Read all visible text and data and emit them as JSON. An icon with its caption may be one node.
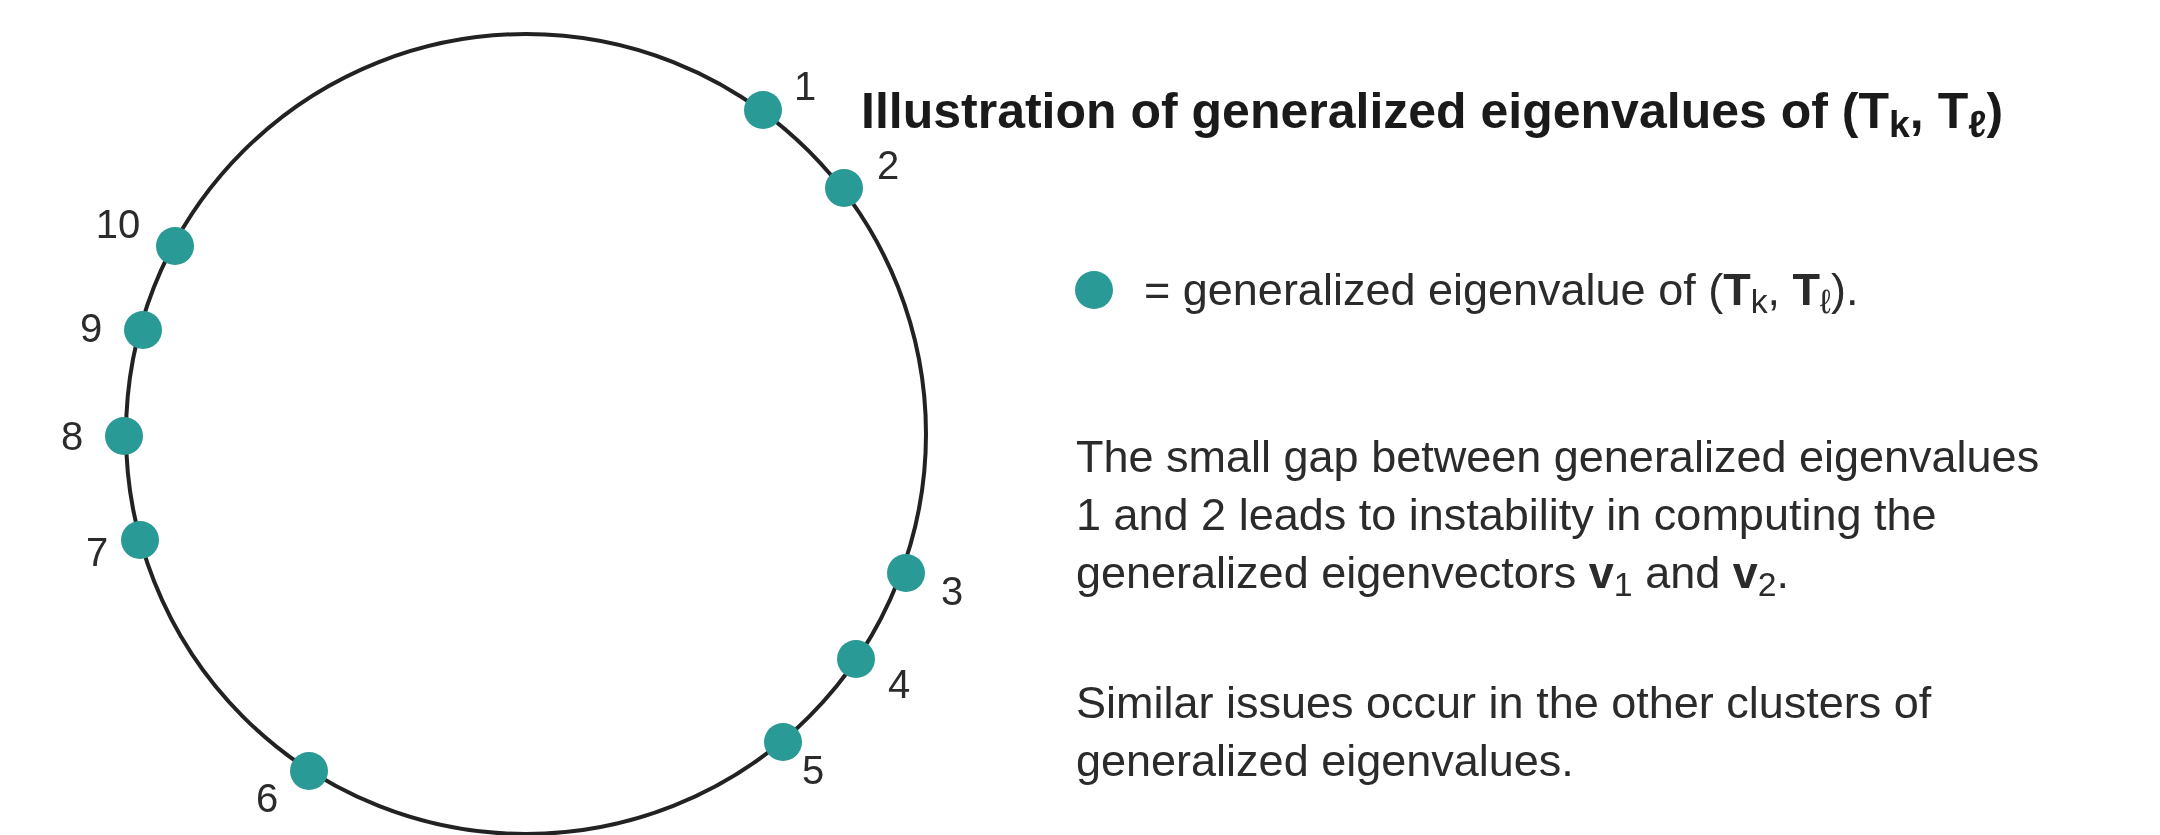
{
  "diagram": {
    "title": "Illustration of generalized eigenvalues of (**T**$_{k}$, **T**$_{ℓ}$)",
    "nodes": [
      {
        "text": [],
        "shape": "circle",
        "beside": [
          "1"
        ]
      },
      {
        "text": [],
        "shape": "circle",
        "beside": [
          "2"
        ]
      },
      {
        "text": [],
        "shape": "circle",
        "beside": [
          "3"
        ]
      },
      {
        "text": [],
        "shape": "circle",
        "beside": [
          "4"
        ]
      },
      {
        "text": [],
        "shape": "circle",
        "beside": [
          "5"
        ]
      },
      {
        "text": [],
        "shape": "circle",
        "beside": [
          "6"
        ]
      },
      {
        "text": [],
        "shape": "circle",
        "beside": [
          "7"
        ]
      },
      {
        "text": [],
        "shape": "circle",
        "beside": [
          "8"
        ]
      },
      {
        "text": [],
        "shape": "circle",
        "beside": [
          "9"
        ]
      },
      {
        "text": [],
        "shape": "circle",
        "beside": [
          "10"
        ]
      }
    ],
    "labels": [
      "The small gap between generalized eigenvalues 1 and 2 leads to instability in computing the generalized eigenvectors **v**$_{1}$ and **v**$_{2}$.",
      "Similar issues occur in the other clusters of generalized eigenvalues."
    ],
    "legend": [
      {
        "text": "= generalized eigenvalue of (**T**$_{k}$, **T**$_{ℓ}$).",
        "color": "#2a9a96"
      }
    ]
  }
}
